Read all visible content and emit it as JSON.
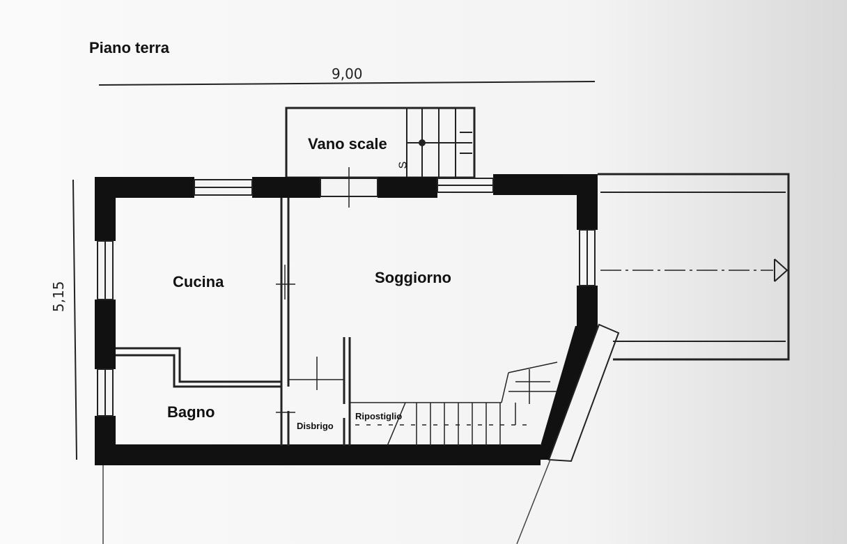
{
  "plan": {
    "title": "Piano terra",
    "width_dim": "9,00",
    "depth_dim": "5,15"
  },
  "rooms": {
    "vano_scale": "Vano scale",
    "cucina": "Cucina",
    "soggiorno": "Soggiorno",
    "bagno": "Bagno",
    "disbrigo": "Disbrigo",
    "ripostiglio": "Ripostiglio"
  },
  "stair_mark": "S"
}
